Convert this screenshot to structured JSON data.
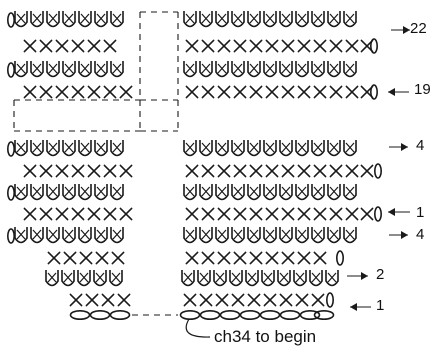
{
  "diagram": {
    "ink_color": "#1a1a1a",
    "row_labels": {
      "r22": "22",
      "r19": "19",
      "r4a": "4",
      "r1a": "1",
      "r4b": "4",
      "r2": "2",
      "r1b": "1"
    },
    "chain_note": "ch34 to begin",
    "legend_symbols": [
      "single-crochet-x",
      "double-crochet-v",
      "chain-oval",
      "turning-chain"
    ]
  }
}
